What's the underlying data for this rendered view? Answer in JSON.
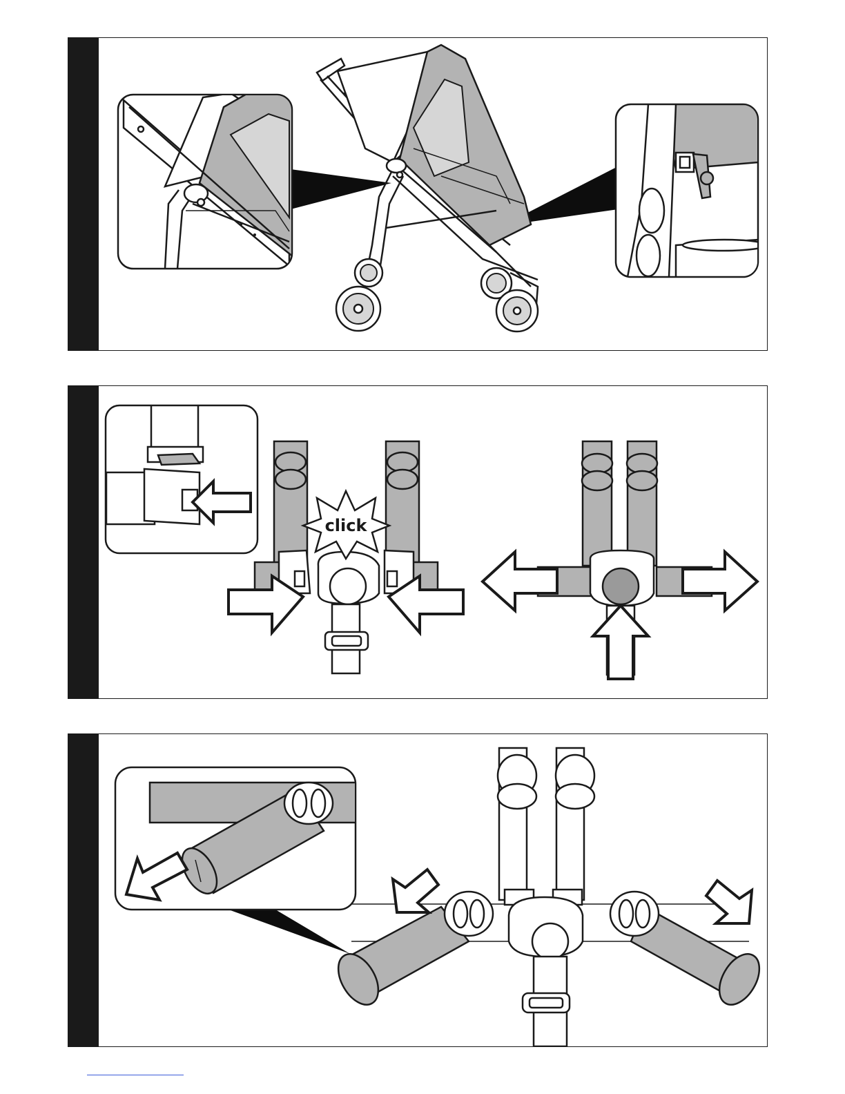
{
  "panels": [
    {
      "id": "stroller-canopy"
    },
    {
      "id": "harness-buckle",
      "callout": "click"
    },
    {
      "id": "shoulder-pads"
    }
  ]
}
